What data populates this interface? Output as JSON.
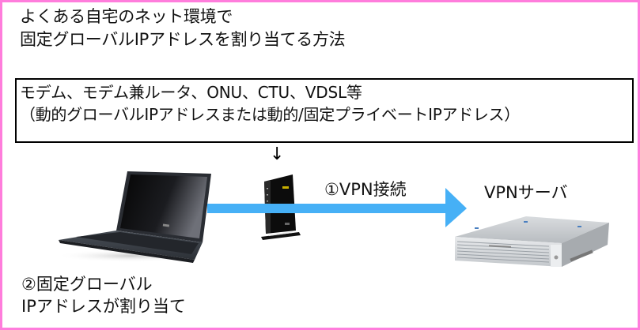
{
  "title": {
    "line1": "よくある自宅のネット環境で",
    "line2": "固定グローバルIPアドレスを割り当てる方法"
  },
  "info_box": {
    "line1": "モデム、モデム兼ルータ、ONU、CTU、VDSL等",
    "line2": "（動的グローバルIPアドレスまたは動的/固定プライベートIPアドレス）"
  },
  "down_arrow": "↓",
  "connection": {
    "label": "①VPN接続",
    "color": "#46b0f6"
  },
  "server": {
    "label": "VPNサーバ",
    "icon": "rack-server-icon"
  },
  "client": {
    "icon": "laptop-icon",
    "label_line1": "②固定グローバル",
    "label_line2": "IPアドレスが割り当て"
  },
  "router": {
    "icon": "router-icon"
  },
  "frame_color": "#ff7ddc"
}
